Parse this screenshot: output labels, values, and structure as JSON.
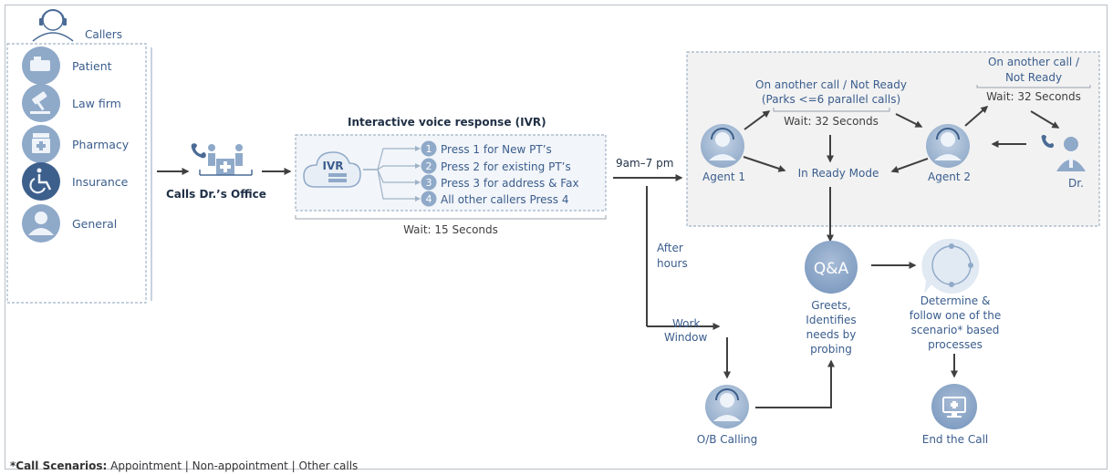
{
  "callers": {
    "title": "Callers",
    "items": [
      {
        "label": "Patient",
        "icon": "patient-icon"
      },
      {
        "label": "Law firm",
        "icon": "gavel-icon"
      },
      {
        "label": "Pharmacy",
        "icon": "pharmacy-icon"
      },
      {
        "label": "Insurance",
        "icon": "wheelchair-icon"
      },
      {
        "label": "General",
        "icon": "person-icon"
      }
    ]
  },
  "office": {
    "label": "Calls Dr.’s Office",
    "icon": "office-icon"
  },
  "ivr": {
    "title": "Interactive voice response (IVR)",
    "cloud_label": "IVR",
    "options": [
      {
        "num": "1",
        "text": "Press 1 for New PT’s"
      },
      {
        "num": "2",
        "text": "Press 2 for existing PT’s"
      },
      {
        "num": "3",
        "text": "Press 3 for address & Fax"
      },
      {
        "num": "4",
        "text": "All other callers Press 4"
      }
    ],
    "wait": "Wait: 15 Seconds"
  },
  "routing": {
    "hours": "9am–7 pm",
    "after_hours": [
      "After",
      "hours"
    ],
    "work_window": [
      "Work",
      "Window"
    ]
  },
  "agents": {
    "agent1": "Agent 1",
    "agent2": "Agent 2",
    "doctor": "Dr.",
    "ready_mode": "In Ready Mode",
    "another_call_1": [
      "On another call / Not Ready",
      "(Parks <=6 parallel calls)"
    ],
    "wait_1": "Wait: 32 Seconds",
    "another_call_2": [
      "On another call /",
      "Not Ready"
    ],
    "wait_2": "Wait: 32 Seconds"
  },
  "qa": {
    "label": "Q&A",
    "desc": [
      "Greets,",
      "Identifies",
      "needs by",
      "probing"
    ]
  },
  "determine": {
    "desc": [
      "Determine &",
      "follow one of the",
      "scenario* based",
      "processes"
    ]
  },
  "end_call": "End the Call",
  "ob_calling": "O/B Calling",
  "footnote": {
    "bold": "*Call Scenarios:",
    "rest": " Appointment | Non-appointment | Other calls"
  },
  "colors": {
    "accent_blue": "#8fa9c9",
    "dark_blue": "#3d5f8b",
    "text_blue": "#3a5d8d",
    "arrow": "#404040",
    "panel_bg": "#f2f2f2",
    "dashed": "#9fb3c8"
  }
}
